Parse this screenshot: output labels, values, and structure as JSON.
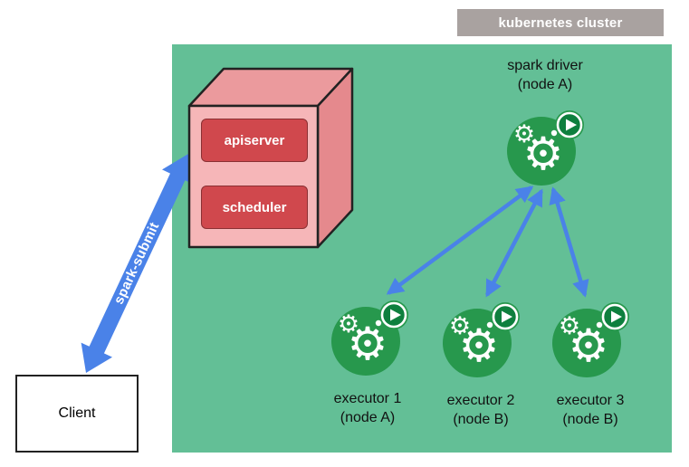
{
  "cluster_label": "kubernetes cluster",
  "cube": {
    "apiserver_label": "apiserver",
    "scheduler_label": "scheduler"
  },
  "driver": {
    "title": "spark driver",
    "node": "(node A)"
  },
  "executors": [
    {
      "title": "executor 1",
      "node": "(node A)"
    },
    {
      "title": "executor 2",
      "node": "(node B)"
    },
    {
      "title": "executor 3",
      "node": "(node B)"
    }
  ],
  "client": {
    "label": "Client"
  },
  "spark_submit_label": "spark-submit",
  "icons": {
    "pod": "spark-pod-icon (green circle with white gears)",
    "play": "play-icon",
    "gear": "gear-icon"
  },
  "colors": {
    "cluster_background": "#63bf96",
    "cluster_label_background": "#a9a2a0",
    "arrow_blue": "#4a82e8",
    "cube_front": "#f6b6b8",
    "cube_side": "#e89094",
    "red_box": "#d0484d",
    "pod_green": "#27984d",
    "play_green": "#0e7f3e"
  }
}
